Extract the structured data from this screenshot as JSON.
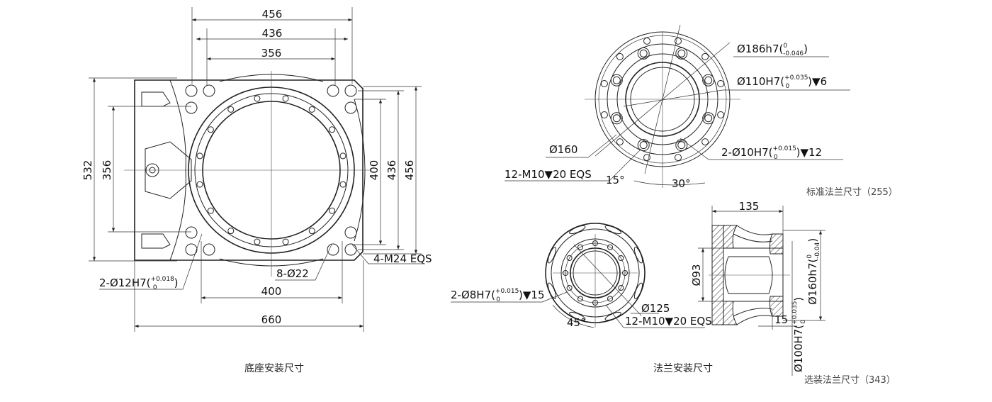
{
  "base": {
    "caption": "底座安装尺寸",
    "dims": {
      "w456": "456",
      "w436": "436",
      "w356": "356",
      "h532": "532",
      "h356": "356",
      "h400": "400",
      "h436": "436",
      "h456": "456",
      "b400": "400",
      "b660": "660"
    },
    "pin_label": {
      "main": "2-Ø12H7(",
      "upper": "+0.018",
      "lower": "0",
      "close": ")"
    },
    "hole_label": "8-Ø22",
    "bolt_label": "4-M24 EQS"
  },
  "standard_flange": {
    "caption": "标准法兰尺寸（255）",
    "d186": {
      "main": "Ø186h7(",
      "upper": "0",
      "lower": "-0.046",
      "close": ")"
    },
    "d110": {
      "main": "Ø110H7(",
      "upper": "+0.035",
      "lower": "0",
      "close": ")",
      "suffix": "▼6"
    },
    "d160": "Ø160",
    "pins": {
      "main": "2-Ø10H7(",
      "upper": "+0.015",
      "lower": "0",
      "close": ")",
      "suffix": "▼12"
    },
    "bolts": "12-M10▼20 EQS",
    "angle15": "15°",
    "angle30": "30°"
  },
  "flange_mount": {
    "caption": "法兰安装尺寸",
    "pins": {
      "main": "2-Ø8H7(",
      "upper": "+0.015",
      "lower": "0",
      "close": ")",
      "suffix": "▼15"
    },
    "d125": "Ø125",
    "bolts": "12-M10▼20 EQS",
    "angle45": "45°"
  },
  "optional_flange": {
    "caption": "选装法兰尺寸（343）",
    "len135": "135",
    "d93": "Ø93",
    "d160": {
      "main": "Ø160h7(",
      "upper": "0",
      "lower": "-0.04",
      "close": ")"
    },
    "d100": {
      "main": "Ø100H7(",
      "upper": "+0.035",
      "lower": "0",
      "close": ")"
    },
    "len15": "15"
  }
}
